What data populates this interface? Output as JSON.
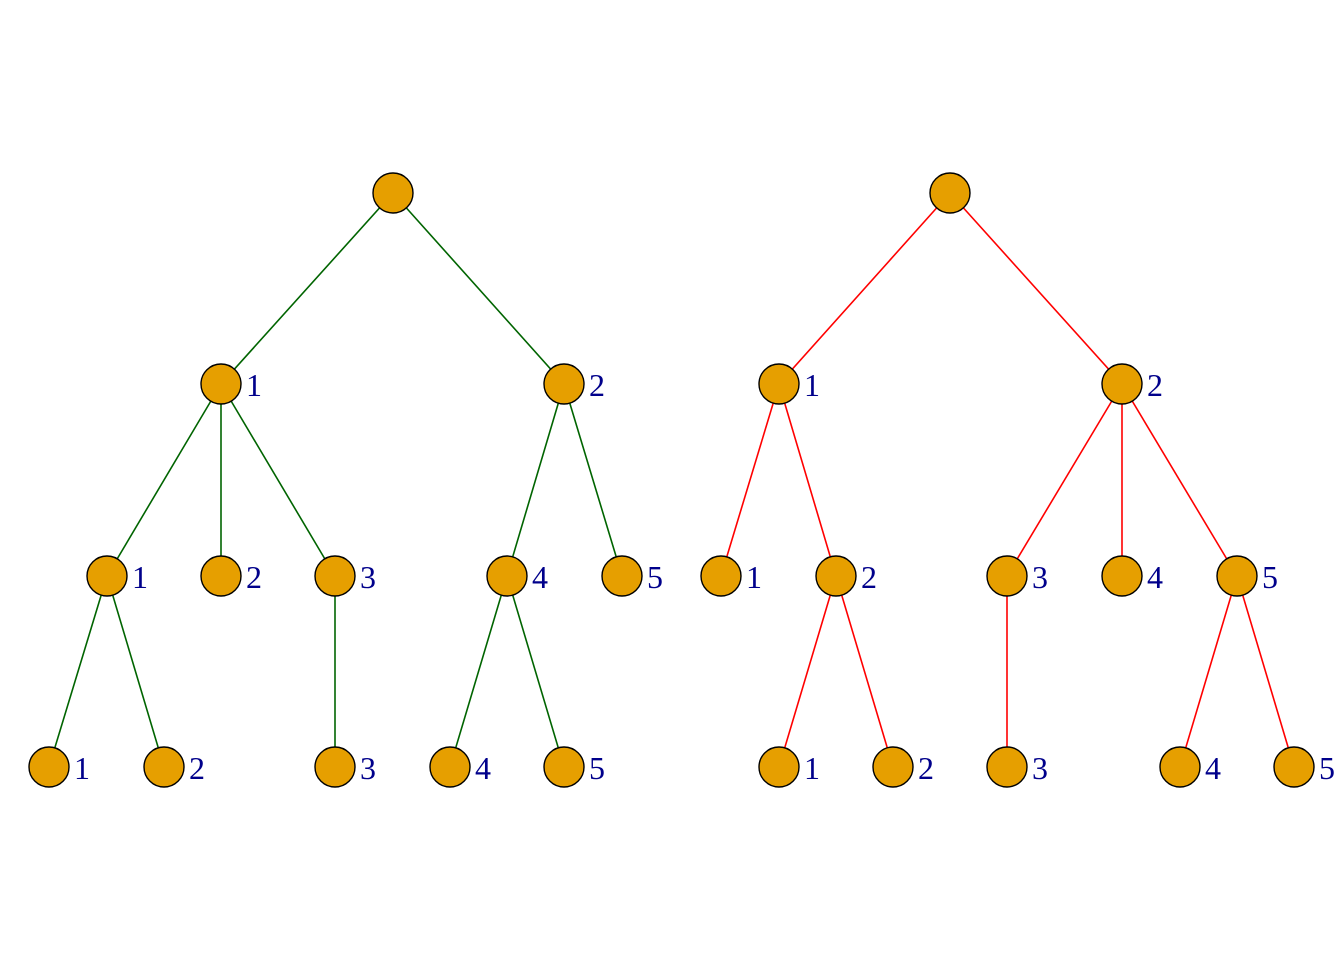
{
  "trees": [
    {
      "edge_color": "#006400",
      "nodes": [
        {
          "id": "r",
          "label": ""
        },
        {
          "id": "a1",
          "label": "1"
        },
        {
          "id": "a2",
          "label": "2"
        },
        {
          "id": "b1",
          "label": "1"
        },
        {
          "id": "b2",
          "label": "2"
        },
        {
          "id": "b3",
          "label": "3"
        },
        {
          "id": "b4",
          "label": "4"
        },
        {
          "id": "b5",
          "label": "5"
        },
        {
          "id": "c1",
          "label": "1"
        },
        {
          "id": "c2",
          "label": "2"
        },
        {
          "id": "c3",
          "label": "3"
        },
        {
          "id": "c4",
          "label": "4"
        },
        {
          "id": "c5",
          "label": "5"
        }
      ],
      "edges": [
        [
          "r",
          "a1"
        ],
        [
          "r",
          "a2"
        ],
        [
          "a1",
          "b1"
        ],
        [
          "a1",
          "b2"
        ],
        [
          "a1",
          "b3"
        ],
        [
          "a2",
          "b4"
        ],
        [
          "a2",
          "b5"
        ],
        [
          "b1",
          "c1"
        ],
        [
          "b1",
          "c2"
        ],
        [
          "b3",
          "c3"
        ],
        [
          "b4",
          "c4"
        ],
        [
          "b4",
          "c5"
        ]
      ]
    },
    {
      "edge_color": "#FF0000",
      "nodes": [
        {
          "id": "r",
          "label": ""
        },
        {
          "id": "a1",
          "label": "1"
        },
        {
          "id": "a2",
          "label": "2"
        },
        {
          "id": "b1",
          "label": "1"
        },
        {
          "id": "b2",
          "label": "2"
        },
        {
          "id": "b3",
          "label": "3"
        },
        {
          "id": "b4",
          "label": "4"
        },
        {
          "id": "b5",
          "label": "5"
        },
        {
          "id": "c1",
          "label": "1"
        },
        {
          "id": "c2",
          "label": "2"
        },
        {
          "id": "c3",
          "label": "3"
        },
        {
          "id": "c4",
          "label": "4"
        },
        {
          "id": "c5",
          "label": "5"
        }
      ],
      "edges": [
        [
          "r",
          "a1"
        ],
        [
          "r",
          "a2"
        ],
        [
          "a1",
          "b1"
        ],
        [
          "a1",
          "b2"
        ],
        [
          "a2",
          "b3"
        ],
        [
          "a2",
          "b4"
        ],
        [
          "a2",
          "b5"
        ],
        [
          "b2",
          "c1"
        ],
        [
          "b2",
          "c2"
        ],
        [
          "b3",
          "c3"
        ],
        [
          "b5",
          "c4"
        ],
        [
          "b5",
          "c5"
        ]
      ]
    }
  ],
  "colors": {
    "node_fill": "#E69F00",
    "node_stroke": "#000000",
    "label": "#00008B"
  }
}
